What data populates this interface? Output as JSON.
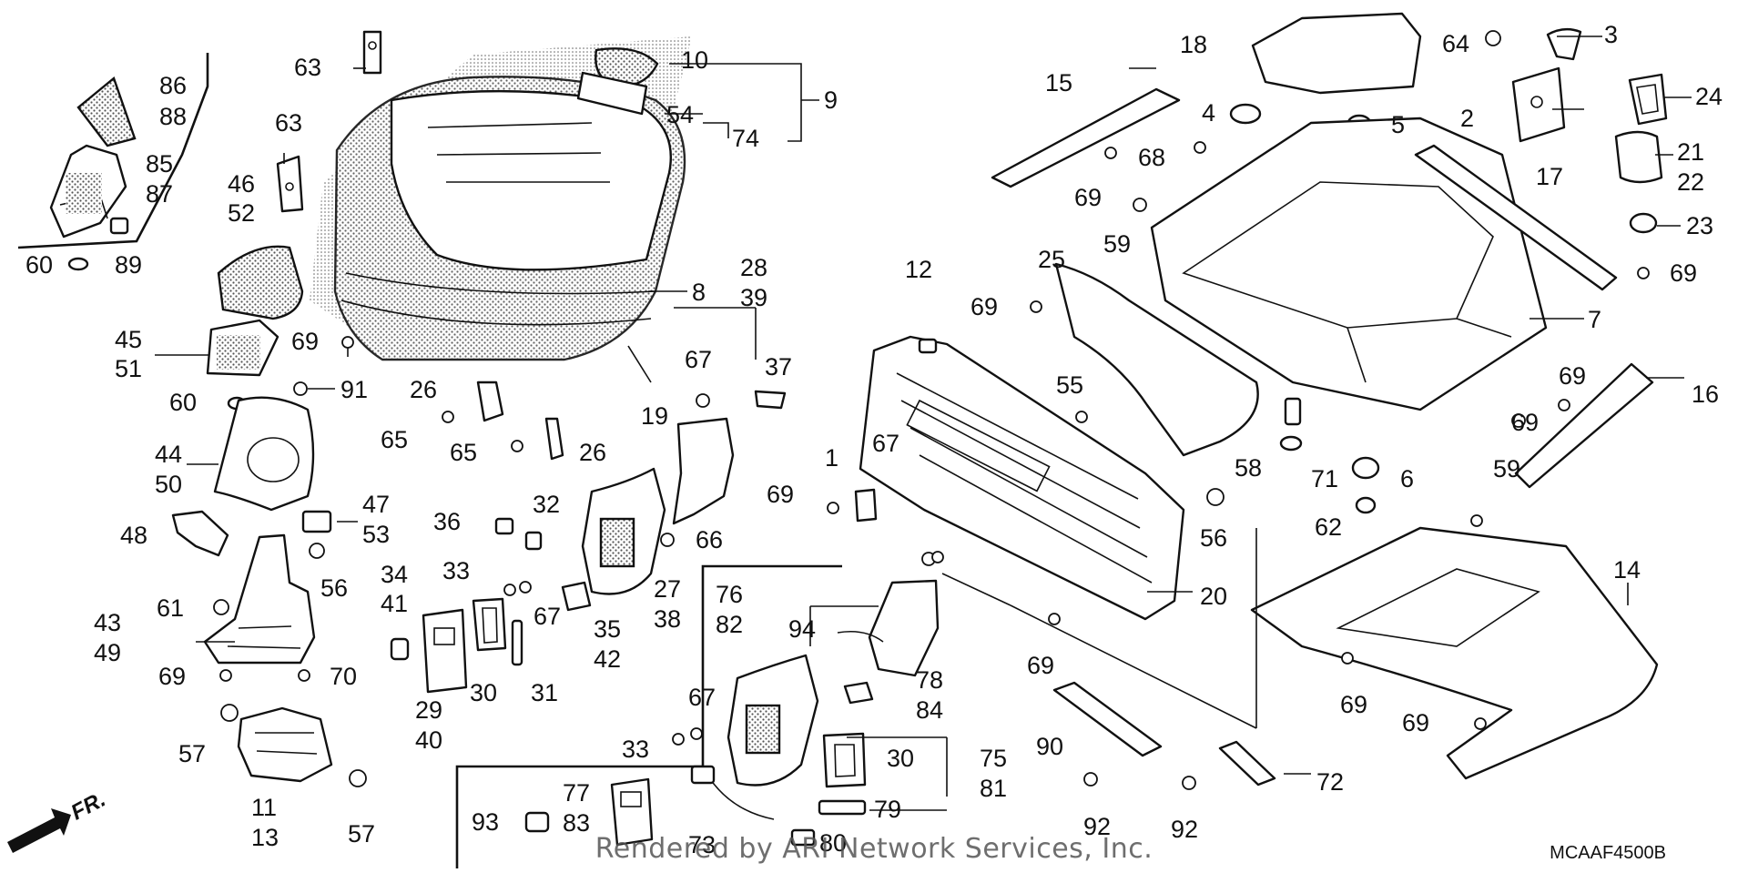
{
  "footer": {
    "rendered_by": "Rendered by ARI Network Services, Inc.",
    "diagram_code": "MCAAF4500B"
  },
  "direction": {
    "label": "FR."
  },
  "callouts": {
    "c86": "86",
    "c88": "88",
    "c85": "85",
    "c87": "87",
    "c60a": "60",
    "c89": "89",
    "c63a": "63",
    "c63b": "63",
    "c46": "46",
    "c52": "52",
    "c10": "10",
    "c9": "9",
    "c54": "54",
    "c74": "74",
    "c8": "8",
    "c45": "45",
    "c51": "51",
    "c69a": "69",
    "c60b": "60",
    "c91": "91",
    "c26a": "26",
    "c19": "19",
    "c65a": "65",
    "c65b": "65",
    "c26b": "26",
    "c44": "44",
    "c50": "50",
    "c47": "47",
    "c53": "53",
    "c48": "48",
    "c56a": "56",
    "c36": "36",
    "c32": "32",
    "c33a": "33",
    "c67a": "67",
    "c34": "34",
    "c41": "41",
    "c61": "61",
    "c43": "43",
    "c49": "49",
    "c69b": "69",
    "c70": "70",
    "c29": "29",
    "c40": "40",
    "c30a": "30",
    "c31": "31",
    "c35": "35",
    "c42": "42",
    "c57a": "57",
    "c11": "11",
    "c13": "13",
    "c57b": "57",
    "c28": "28",
    "c39": "39",
    "c37": "37",
    "c67b": "67",
    "c66": "66",
    "c27": "27",
    "c38": "38",
    "c76": "76",
    "c82": "82",
    "c94": "94",
    "c67c": "67",
    "c33b": "33",
    "c75": "75",
    "c81": "81",
    "c30b": "30",
    "c79": "79",
    "c93": "93",
    "c77": "77",
    "c83": "83",
    "c73": "73",
    "c80": "80",
    "c78": "78",
    "c84": "84",
    "c18": "18",
    "c64": "64",
    "c3": "3",
    "c2": "2",
    "c24": "24",
    "c15": "15",
    "c4": "4",
    "c5": "5",
    "c68": "68",
    "c21": "21",
    "c22": "22",
    "c69c": "69",
    "c17": "17",
    "c59a": "59",
    "c23": "23",
    "c69d": "69",
    "c25": "25",
    "c12": "12",
    "c69e": "69",
    "c7": "7",
    "c55": "55",
    "c69f": "69",
    "c16": "16",
    "c1": "1",
    "c69g": "69",
    "c58": "58",
    "c71": "71",
    "c6": "6",
    "c59b": "59",
    "c56b": "56",
    "c62": "62",
    "c69h": "69",
    "c67d": "67",
    "c20": "20",
    "c14": "14",
    "c69i": "69",
    "c69j": "69",
    "c69k": "69",
    "c90": "90",
    "c72": "72",
    "c92a": "92",
    "c92b": "92"
  }
}
